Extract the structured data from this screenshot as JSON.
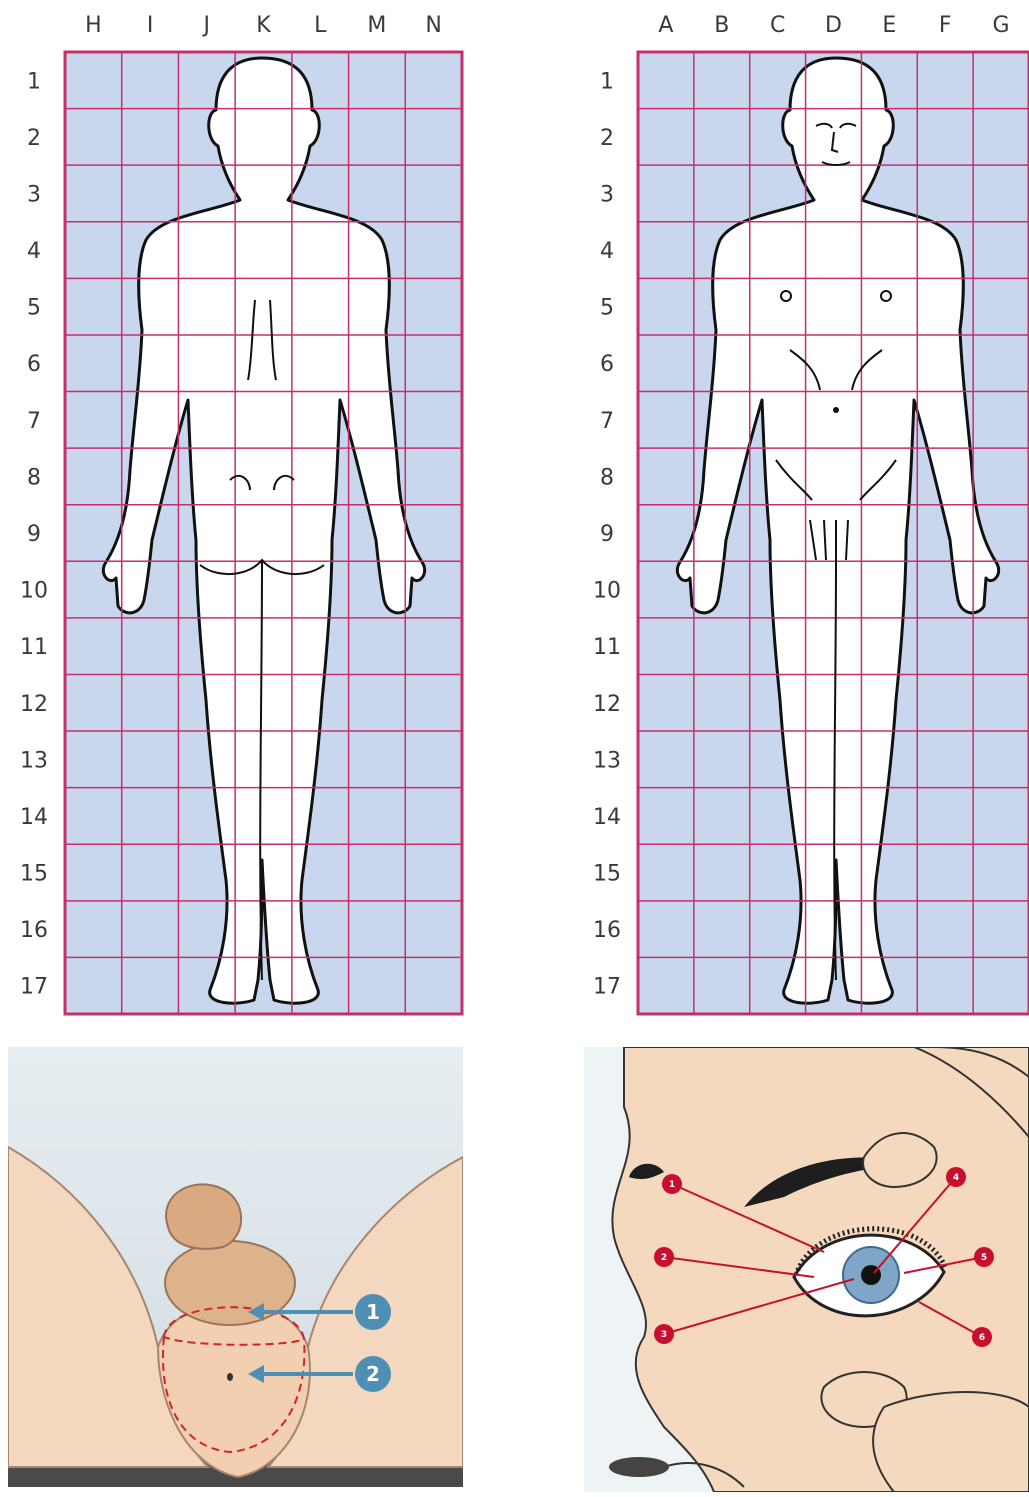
{
  "back_chart": {
    "columns": [
      "H",
      "I",
      "J",
      "K",
      "L",
      "M",
      "N"
    ],
    "rows": [
      "1",
      "2",
      "3",
      "4",
      "5",
      "6",
      "7",
      "8",
      "9",
      "10",
      "11",
      "12",
      "13",
      "14",
      "15",
      "16",
      "17"
    ]
  },
  "front_chart": {
    "columns": [
      "A",
      "B",
      "C",
      "D",
      "E",
      "F",
      "G"
    ],
    "rows": [
      "1",
      "2",
      "3",
      "4",
      "5",
      "6",
      "7",
      "8",
      "9",
      "10",
      "11",
      "12",
      "13",
      "14",
      "15",
      "16",
      "17"
    ]
  },
  "perineum": {
    "callouts": [
      "1",
      "2"
    ],
    "callout_color": "#4f8fb3",
    "zone_color": "#d2232a"
  },
  "eye": {
    "callouts": [
      "1",
      "2",
      "3",
      "4",
      "5",
      "6"
    ],
    "callout_color": "#c8102e"
  },
  "colors": {
    "grid_fill": "#c8d6ee",
    "grid_line": "#c52f6a",
    "outline": "#111111",
    "skin": "#f6ddc4"
  }
}
